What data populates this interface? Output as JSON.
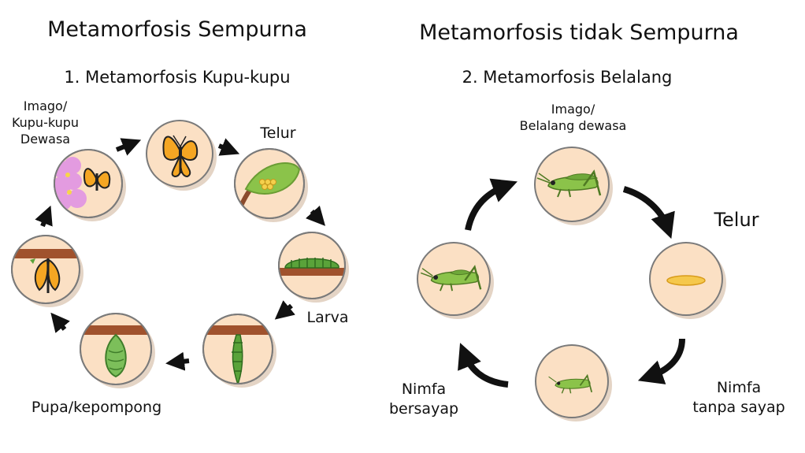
{
  "left": {
    "title": "Metamorfosis Sempurna",
    "subtitle": "1. Metamorfosis Kupu-kupu",
    "labels": {
      "imago_line1": "Imago/",
      "imago_line2": "Kupu-kupu",
      "imago_line3": "Dewasa",
      "egg": "Telur",
      "larva": "Larva",
      "pupa": "Pupa/kepompong"
    }
  },
  "right": {
    "title": "Metamorfosis tidak Sempurna",
    "subtitle": "2. Metamorfosis Belalang",
    "labels": {
      "imago_line1": "Imago/",
      "imago_line2": "Belalang dewasa",
      "egg": "Telur",
      "nymph_wingless_line1": "Nimfa",
      "nymph_wingless_line2": "tanpa sayap",
      "nymph_winged_line1": "Nimfa",
      "nymph_winged_line2": "bersayap"
    }
  },
  "colors": {
    "circle_fill": "#fbe0c4",
    "circle_stroke": "#7a7a7a",
    "arrow": "#111111",
    "branch": "#a0522d",
    "leaf": "#8bc34a",
    "caterpillar": "#5aa33a",
    "butterfly_orange": "#f5a623",
    "grasshopper": "#8bc34a",
    "flower": "#e39be0",
    "egg_yellow": "#f5c84c"
  },
  "icons": [
    "butterfly-icon",
    "leaf-eggs-icon",
    "caterpillar-icon",
    "chrysalis-icon",
    "flower-icon",
    "grasshopper-icon",
    "egg-icon"
  ]
}
